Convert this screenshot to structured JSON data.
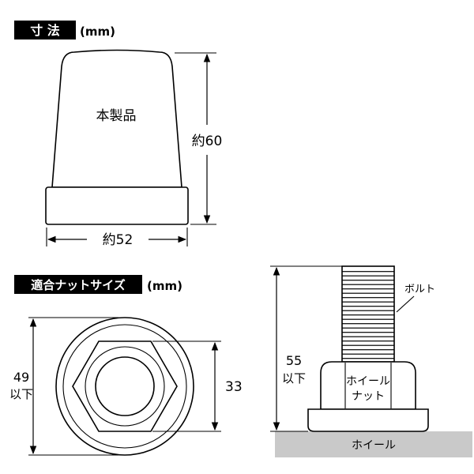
{
  "dim_section": {
    "label": "寸 法",
    "unit": "(mm)"
  },
  "product": {
    "name": "本製品",
    "height": "約60",
    "width": "約52"
  },
  "nut_section": {
    "label": "適合ナットサイズ",
    "unit": "(mm)"
  },
  "nut_top_view": {
    "outer_dim_line1": "49",
    "outer_dim_line2": "以下",
    "hex_dim": "33"
  },
  "bolt_view": {
    "bolt_label": "ボルト",
    "height_dim_line1": "55",
    "height_dim_line2": "以下",
    "nut_label_line1": "ホイール",
    "nut_label_line2": "ナット",
    "wheel_label": "ホイール"
  },
  "colors": {
    "ink": "#000000",
    "label_bg": "#000000",
    "label_fg": "#ffffff",
    "wheel_gray": "#c9c9c9"
  }
}
